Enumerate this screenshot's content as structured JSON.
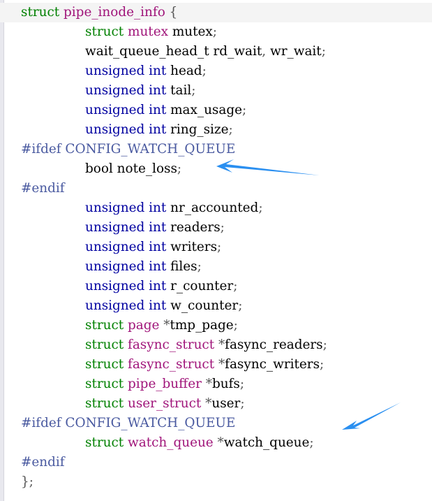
{
  "editor": {
    "colors": {
      "keyword": "#008000",
      "primitive_type": "#0000a0",
      "preprocessor": "#4a5aa0",
      "struct_name": "#a0157a",
      "identifier": "#000000",
      "current_line_bg": "#f4f4f4",
      "arrow": "#2a8ff0"
    },
    "lines": [
      {
        "tokens": [
          {
            "t": "struct",
            "c": "kw"
          },
          {
            "t": " "
          },
          {
            "t": "pipe_inode_info",
            "c": "ty"
          },
          {
            "t": " {",
            "c": "pn"
          }
        ],
        "current": true
      },
      {
        "indent": true,
        "tokens": [
          {
            "t": "struct",
            "c": "kw"
          },
          {
            "t": " "
          },
          {
            "t": "mutex",
            "c": "ty"
          },
          {
            "t": " "
          },
          {
            "t": "mutex",
            "c": "nm"
          },
          {
            "t": ";",
            "c": "pn"
          }
        ]
      },
      {
        "indent": true,
        "tokens": [
          {
            "t": "wait_queue_head_t",
            "c": "nm"
          },
          {
            "t": " "
          },
          {
            "t": "rd_wait",
            "c": "nm"
          },
          {
            "t": ", ",
            "c": "pn"
          },
          {
            "t": "wr_wait",
            "c": "nm"
          },
          {
            "t": ";",
            "c": "pn"
          }
        ]
      },
      {
        "indent": true,
        "tokens": [
          {
            "t": "unsigned int",
            "c": "tp"
          },
          {
            "t": " "
          },
          {
            "t": "head",
            "c": "nm"
          },
          {
            "t": ";",
            "c": "pn"
          }
        ]
      },
      {
        "indent": true,
        "tokens": [
          {
            "t": "unsigned int",
            "c": "tp"
          },
          {
            "t": " "
          },
          {
            "t": "tail",
            "c": "nm"
          },
          {
            "t": ";",
            "c": "pn"
          }
        ]
      },
      {
        "indent": true,
        "tokens": [
          {
            "t": "unsigned int",
            "c": "tp"
          },
          {
            "t": " "
          },
          {
            "t": "max_usage",
            "c": "nm"
          },
          {
            "t": ";",
            "c": "pn"
          }
        ]
      },
      {
        "indent": true,
        "tokens": [
          {
            "t": "unsigned int",
            "c": "tp"
          },
          {
            "t": " "
          },
          {
            "t": "ring_size",
            "c": "nm"
          },
          {
            "t": ";",
            "c": "pn"
          }
        ]
      },
      {
        "tokens": [
          {
            "t": "#ifdef",
            "c": "pp"
          },
          {
            "t": " "
          },
          {
            "t": "CONFIG_WATCH_QUEUE",
            "c": "pp"
          }
        ]
      },
      {
        "indent": true,
        "tokens": [
          {
            "t": "bool",
            "c": "nm"
          },
          {
            "t": " "
          },
          {
            "t": "note_loss",
            "c": "nm"
          },
          {
            "t": ";",
            "c": "pn"
          }
        ]
      },
      {
        "tokens": [
          {
            "t": "#endif",
            "c": "pp"
          }
        ]
      },
      {
        "indent": true,
        "tokens": [
          {
            "t": "unsigned int",
            "c": "tp"
          },
          {
            "t": " "
          },
          {
            "t": "nr_accounted",
            "c": "nm"
          },
          {
            "t": ";",
            "c": "pn"
          }
        ]
      },
      {
        "indent": true,
        "tokens": [
          {
            "t": "unsigned int",
            "c": "tp"
          },
          {
            "t": " "
          },
          {
            "t": "readers",
            "c": "nm"
          },
          {
            "t": ";",
            "c": "pn"
          }
        ]
      },
      {
        "indent": true,
        "tokens": [
          {
            "t": "unsigned int",
            "c": "tp"
          },
          {
            "t": " "
          },
          {
            "t": "writers",
            "c": "nm"
          },
          {
            "t": ";",
            "c": "pn"
          }
        ]
      },
      {
        "indent": true,
        "tokens": [
          {
            "t": "unsigned int",
            "c": "tp"
          },
          {
            "t": " "
          },
          {
            "t": "files",
            "c": "nm"
          },
          {
            "t": ";",
            "c": "pn"
          }
        ]
      },
      {
        "indent": true,
        "tokens": [
          {
            "t": "unsigned int",
            "c": "tp"
          },
          {
            "t": " "
          },
          {
            "t": "r_counter",
            "c": "nm"
          },
          {
            "t": ";",
            "c": "pn"
          }
        ]
      },
      {
        "indent": true,
        "tokens": [
          {
            "t": "unsigned int",
            "c": "tp"
          },
          {
            "t": " "
          },
          {
            "t": "w_counter",
            "c": "nm"
          },
          {
            "t": ";",
            "c": "pn"
          }
        ]
      },
      {
        "indent": true,
        "tokens": [
          {
            "t": "struct",
            "c": "kw"
          },
          {
            "t": " "
          },
          {
            "t": "page",
            "c": "ty"
          },
          {
            "t": " *",
            "c": "pn"
          },
          {
            "t": "tmp_page",
            "c": "nm"
          },
          {
            "t": ";",
            "c": "pn"
          }
        ]
      },
      {
        "indent": true,
        "tokens": [
          {
            "t": "struct",
            "c": "kw"
          },
          {
            "t": " "
          },
          {
            "t": "fasync_struct",
            "c": "ty"
          },
          {
            "t": " *",
            "c": "pn"
          },
          {
            "t": "fasync_readers",
            "c": "nm"
          },
          {
            "t": ";",
            "c": "pn"
          }
        ]
      },
      {
        "indent": true,
        "tokens": [
          {
            "t": "struct",
            "c": "kw"
          },
          {
            "t": " "
          },
          {
            "t": "fasync_struct",
            "c": "ty"
          },
          {
            "t": " *",
            "c": "pn"
          },
          {
            "t": "fasync_writers",
            "c": "nm"
          },
          {
            "t": ";",
            "c": "pn"
          }
        ]
      },
      {
        "indent": true,
        "tokens": [
          {
            "t": "struct",
            "c": "kw"
          },
          {
            "t": " "
          },
          {
            "t": "pipe_buffer",
            "c": "ty"
          },
          {
            "t": " *",
            "c": "pn"
          },
          {
            "t": "bufs",
            "c": "nm"
          },
          {
            "t": ";",
            "c": "pn"
          }
        ]
      },
      {
        "indent": true,
        "tokens": [
          {
            "t": "struct",
            "c": "kw"
          },
          {
            "t": " "
          },
          {
            "t": "user_struct",
            "c": "ty"
          },
          {
            "t": " *",
            "c": "pn"
          },
          {
            "t": "user",
            "c": "nm"
          },
          {
            "t": ";",
            "c": "pn"
          }
        ]
      },
      {
        "tokens": [
          {
            "t": "#ifdef",
            "c": "pp"
          },
          {
            "t": " "
          },
          {
            "t": "CONFIG_WATCH_QUEUE",
            "c": "pp"
          }
        ]
      },
      {
        "indent": true,
        "tokens": [
          {
            "t": "struct",
            "c": "kw"
          },
          {
            "t": " "
          },
          {
            "t": "watch_queue",
            "c": "ty"
          },
          {
            "t": " *",
            "c": "pn"
          },
          {
            "t": "watch_queue",
            "c": "nm"
          },
          {
            "t": ";",
            "c": "pn"
          }
        ]
      },
      {
        "tokens": [
          {
            "t": "#endif",
            "c": "pp"
          }
        ]
      },
      {
        "tokens": [
          {
            "t": "};",
            "c": "pn"
          }
        ]
      }
    ]
  }
}
